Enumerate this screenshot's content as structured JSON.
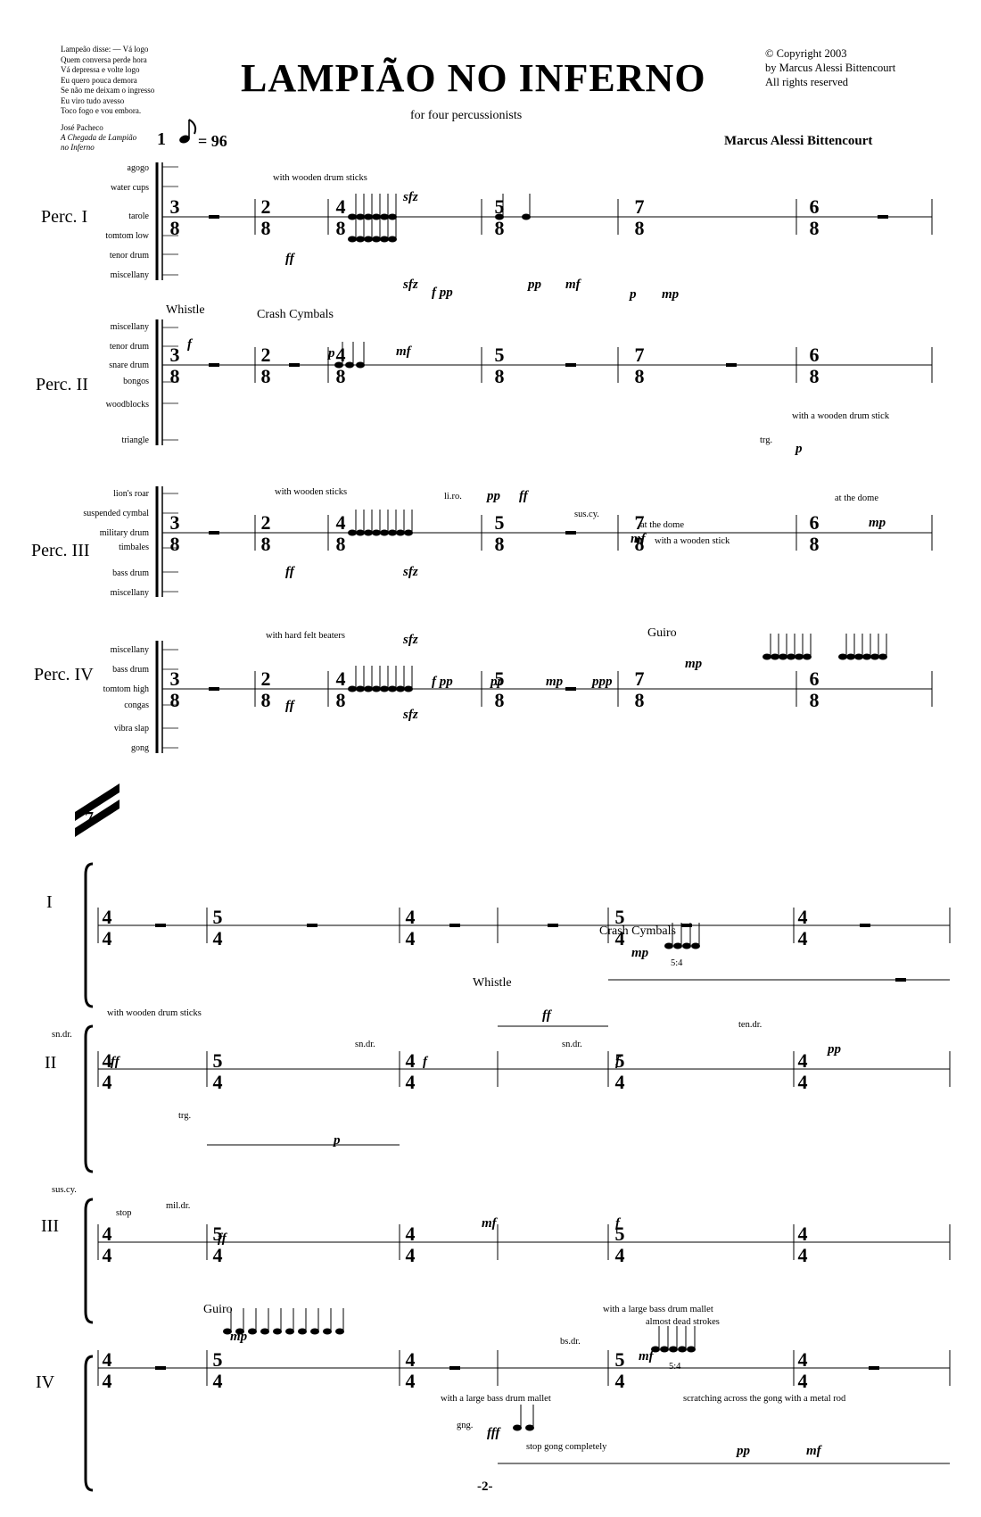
{
  "header": {
    "epigraph": [
      "Lampeão disse: — Vá logo",
      "Quem conversa perde hora",
      "Vá depressa e volte logo",
      "Eu quero pouca demora",
      "Se não me deixam o ingresso",
      "Eu viro tudo avesso",
      "Toco fogo e vou embora."
    ],
    "epigraph_author": "José Pacheco",
    "epigraph_work_1": "A Chegada de Lampião",
    "epigraph_work_2": "no Inferno",
    "title": "LAMPIÃO NO INFERNO",
    "subtitle": "for four percussionists",
    "copyright_1": "© Copyright 2003",
    "copyright_2": "by Marcus Alessi Bittencourt",
    "copyright_3": "All rights reserved",
    "composer": "Marcus Alessi Bittencourt",
    "measure_start": "1",
    "tempo": "= 96"
  },
  "system1": {
    "perc1": {
      "label": "Perc. I",
      "instruments": [
        "agogo",
        "water cups",
        "tarole",
        "tomtom low",
        "tenor drum",
        "miscellany"
      ]
    },
    "perc2": {
      "label": "Perc. II",
      "instruments": [
        "miscellany",
        "tenor drum",
        "snare drum",
        "bongos",
        "woodblocks",
        "triangle"
      ]
    },
    "perc3": {
      "label": "Perc. III",
      "instruments": [
        "lion's roar",
        "suspended cymbal",
        "military drum",
        "timbales",
        "bass drum",
        "miscellany"
      ]
    },
    "perc4": {
      "label": "Perc. IV",
      "instruments": [
        "miscellany",
        "bass drum",
        "tomtom high",
        "congas",
        "vibra slap",
        "gong"
      ]
    },
    "annotations": {
      "p1_sticks": "with wooden drum sticks",
      "p2_whistle": "Whistle",
      "p2_crash": "Crash Cymbals",
      "p2_tri": "with a wooden drum stick",
      "p2_trg": "trg.",
      "p3_sticks": "with wooden sticks",
      "p3_liro": "li.ro.",
      "p3_suscy": "sus.cy.",
      "p3_dome1": "at the dome",
      "p3_wstick": "with a wooden stick",
      "p3_dome2": "at the dome",
      "p4_beaters": "with hard felt beaters",
      "p4_guiro": "Guiro"
    },
    "time_signatures": [
      [
        "3",
        "8"
      ],
      [
        "2",
        "8"
      ],
      [
        "4",
        "8"
      ],
      [
        "5",
        "8"
      ],
      [
        "7",
        "8"
      ],
      [
        "6",
        "8"
      ]
    ]
  },
  "system2": {
    "measure_start": "7",
    "labels": [
      "I",
      "II",
      "III",
      "IV"
    ],
    "annotations": {
      "p1_crash": "Crash Cymbals",
      "p2_whistle": "Whistle",
      "p2_sticks": "with wooden drum sticks",
      "p2_sndr": "sn.dr.",
      "p2_tendr": "ten.dr.",
      "p2_trg": "trg.",
      "p3_suscy": "sus.cy.",
      "p3_stop": "stop",
      "p3_mildr": "mil.dr.",
      "p4_guiro": "Guiro",
      "p4_mallet1": "with a large bass drum mallet",
      "p4_dead": "almost dead strokes",
      "p4_bsdr": "bs.dr.",
      "p4_mallet2": "with a large bass drum mallet",
      "p4_gng": "gng.",
      "p4_stopgong": "stop gong completely",
      "p4_scratch": "scratching across the gong with a metal rod",
      "tuplet": "5:4"
    },
    "time_signatures": [
      [
        "4",
        "4"
      ],
      [
        "5",
        "4"
      ],
      [
        "4",
        "4"
      ],
      [
        "5",
        "4"
      ],
      [
        "4",
        "4"
      ]
    ]
  },
  "dynamics": {
    "ff": "ff",
    "sfz": "sfz",
    "fpp": "f pp",
    "pp": "pp",
    "mf": "mf",
    "p": "p",
    "mp": "mp",
    "f": "f",
    "ppp": "ppp",
    "fff": "fff"
  },
  "page_number": "-2-"
}
